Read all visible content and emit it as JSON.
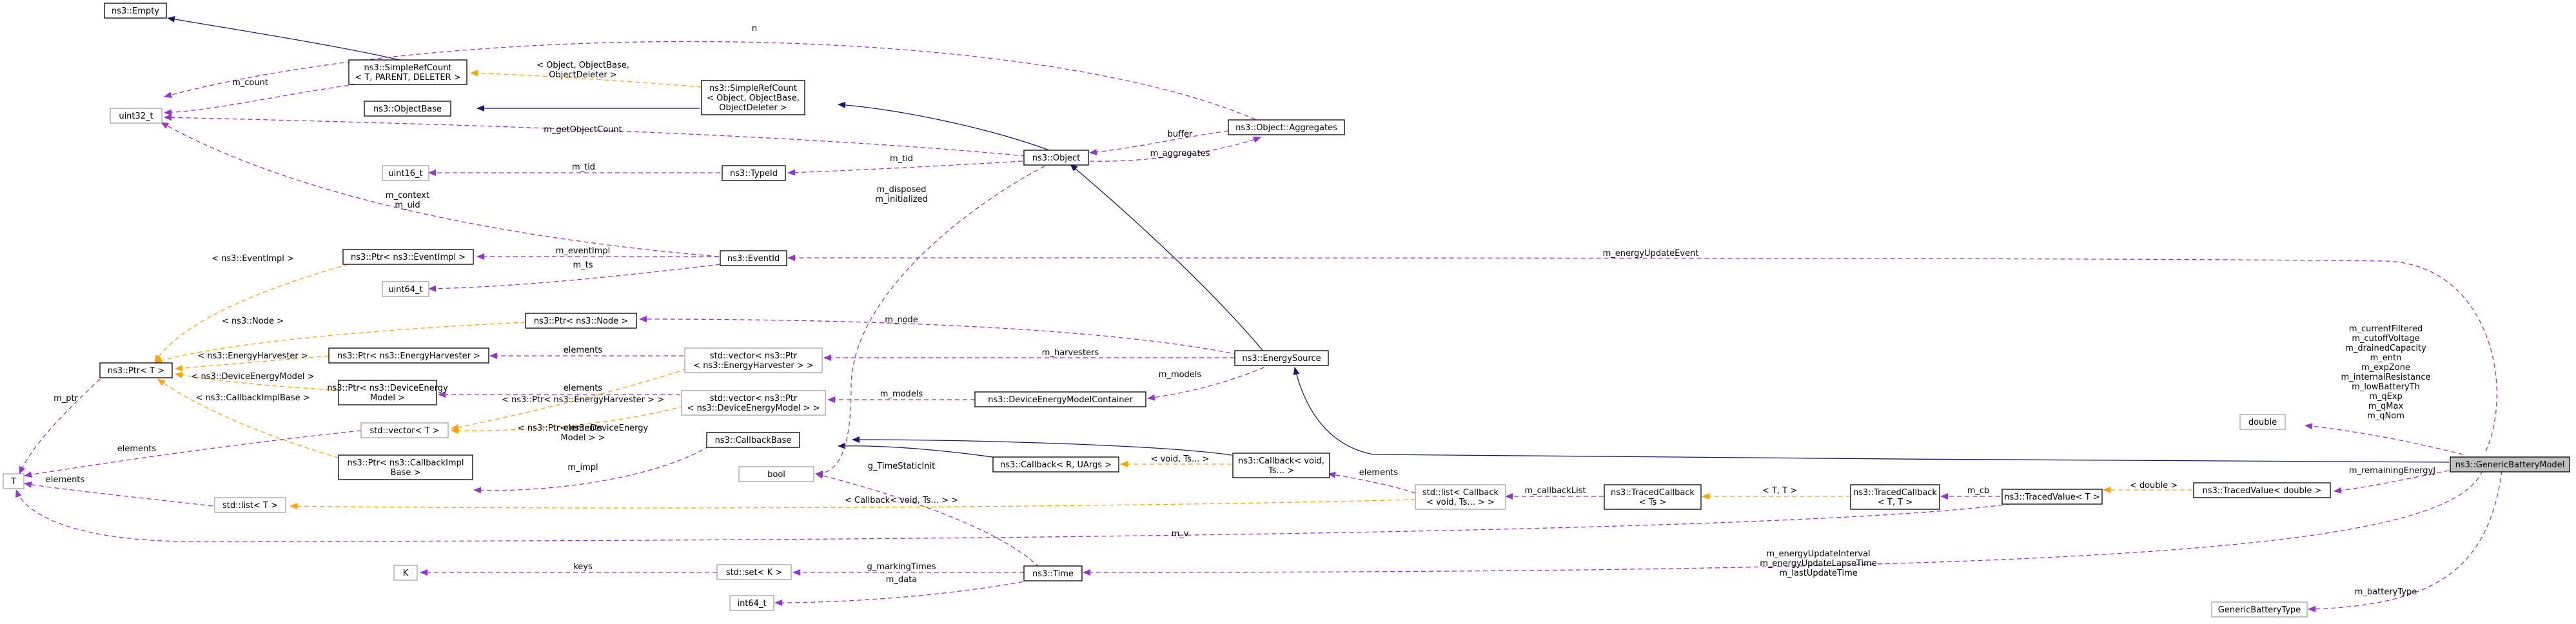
{
  "nodes": {
    "empty": [
      "ns3::Empty"
    ],
    "simplerefcount_t": [
      "ns3::SimpleRefCount",
      "< T, PARENT, DELETER >"
    ],
    "uint32": [
      "uint32_t"
    ],
    "objectbase": [
      "ns3::ObjectBase"
    ],
    "simplerefcount_obj": [
      "ns3::SimpleRefCount",
      "< Object, ObjectBase,",
      "ObjectDeleter >"
    ],
    "aggregates": [
      "ns3::Object::Aggregates"
    ],
    "object": [
      "ns3::Object"
    ],
    "uint16": [
      "uint16_t"
    ],
    "typeid": [
      "ns3::TypeId"
    ],
    "ptr_eventimpl": [
      "ns3::Ptr< ns3::EventImpl >"
    ],
    "eventid": [
      "ns3::EventId"
    ],
    "uint64": [
      "uint64_t"
    ],
    "ptr_node": [
      "ns3::Ptr< ns3::Node >"
    ],
    "ptr_t": [
      "ns3::Ptr< T >"
    ],
    "ptr_harvester": [
      "ns3::Ptr< ns3::EnergyHarvester >"
    ],
    "vec_harvester": [
      "std::vector< ns3::Ptr",
      "< ns3::EnergyHarvester > >"
    ],
    "energysource": [
      "ns3::EnergySource"
    ],
    "ptr_device": [
      "ns3::Ptr< ns3::DeviceEnergy",
      "Model >"
    ],
    "vec_device": [
      "std::vector< ns3::Ptr",
      "< ns3::DeviceEnergyModel > >"
    ],
    "devicecontainer": [
      "ns3::DeviceEnergyModelContainer"
    ],
    "vector_t": [
      "std::vector< T >"
    ],
    "callbackbase": [
      "ns3::CallbackBase"
    ],
    "callback_void": [
      "ns3::Callback< void,",
      "Ts... >"
    ],
    "double": [
      "double"
    ],
    "t": [
      "T"
    ],
    "ptr_cbimpl": [
      "ns3::Ptr< ns3::CallbackImpl",
      "Base >"
    ],
    "bool": [
      "bool"
    ],
    "callback_r": [
      "ns3::Callback< R, UArgs >"
    ],
    "list_t": [
      "std::list< T >"
    ],
    "list_callback": [
      "std::list< Callback",
      "< void, Ts... > >"
    ],
    "tracedcallback_ts": [
      "ns3::TracedCallback",
      "< Ts >"
    ],
    "tracedcallback_tt": [
      "ns3::TracedCallback",
      "< T, T >"
    ],
    "tracedvalue_t": [
      "ns3::TracedValue< T >"
    ],
    "tracedvalue_double": [
      "ns3::TracedValue< double >"
    ],
    "genericbattery": [
      "ns3::GenericBatteryModel"
    ],
    "k": [
      "K"
    ],
    "set_k": [
      "std::set< K >"
    ],
    "time": [
      "ns3::Time"
    ],
    "int64": [
      "int64_t"
    ],
    "batterytype": [
      "GenericBatteryType"
    ]
  },
  "edge_labels": {
    "n": [
      "n"
    ],
    "m_count": [
      "m_count"
    ],
    "obj_args": [
      "< Object, ObjectBase,",
      "ObjectDeleter >"
    ],
    "getobjectcount": [
      "m_getObjectCount"
    ],
    "buffer": [
      "buffer"
    ],
    "aggregates": [
      "m_aggregates"
    ],
    "tid": [
      "m_tid"
    ],
    "tid2": [
      "m_tid"
    ],
    "context": [
      "m_context",
      "m_uid"
    ],
    "disposed": [
      "m_disposed",
      "m_initialized"
    ],
    "eventimpl_arg": [
      "< ns3::EventImpl >"
    ],
    "eventimpl": [
      "m_eventImpl"
    ],
    "ts": [
      "m_ts"
    ],
    "energyupdateevent": [
      "m_energyUpdateEvent"
    ],
    "node_arg": [
      "< ns3::Node >"
    ],
    "node": [
      "m_node"
    ],
    "harvester_arg": [
      "< ns3::EnergyHarvester >"
    ],
    "elements1": [
      "elements"
    ],
    "harvesters": [
      "m_harvesters"
    ],
    "device_arg": [
      "< ns3::DeviceEnergyModel >"
    ],
    "elements2": [
      "elements"
    ],
    "ptr_harvester_arg": [
      "< ns3::Ptr< ns3::EnergyHarvester > >"
    ],
    "models1": [
      "m_models"
    ],
    "models2": [
      "m_models"
    ],
    "cbimpl_arg": [
      "< ns3::CallbackImplBase >"
    ],
    "ptr_device_arg": [
      "< ns3::Ptr< ns3::DeviceEnergy",
      "Model > >"
    ],
    "elements3": [
      "elements"
    ],
    "ptr": [
      "m_ptr"
    ],
    "impl": [
      "m_impl"
    ],
    "timestaticinit": [
      "g_TimeStaticInit"
    ],
    "void_ts": [
      "< void, Ts... >"
    ],
    "elements4": [
      "elements"
    ],
    "elements5": [
      "elements"
    ],
    "callback_arg": [
      "< Callback< void, Ts... > >"
    ],
    "callbacklist": [
      "m_callbackList"
    ],
    "tt": [
      "< T, T >"
    ],
    "cb": [
      "m_cb"
    ],
    "double_arg": [
      "< double >"
    ],
    "remaining": [
      "m_remainingEnergyJ"
    ],
    "members": [
      "m_currentFiltered",
      "m_cutoffVoltage",
      "m_drainedCapacity",
      "m_entn",
      "m_expZone",
      "m_internalResistance",
      "m_lowBatteryTh",
      "m_qExp",
      "m_qMax",
      "m_qNom"
    ],
    "v": [
      "m_v"
    ],
    "keys": [
      "keys"
    ],
    "markingtimes": [
      "g_markingTimes"
    ],
    "data": [
      "m_data"
    ],
    "intervals": [
      "m_energyUpdateInterval",
      "m_energyUpdateLapseTime",
      "m_lastUpdateTime"
    ],
    "batterytype": [
      "m_batteryType"
    ]
  }
}
